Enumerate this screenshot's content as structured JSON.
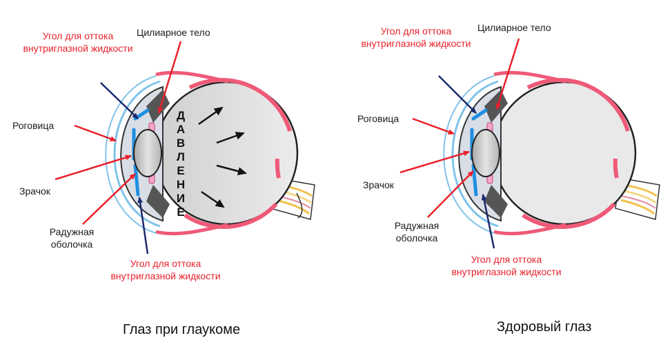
{
  "left_diagram": {
    "caption": "Глаз при глаукоме",
    "pressure_letters": [
      "Д",
      "А",
      "В",
      "Л",
      "Е",
      "Н",
      "И",
      "Е"
    ],
    "labels": {
      "angle_top": "Угол для оттока внутриглазной жидкости",
      "ciliary": "Цилиарное тело",
      "cornea": "Роговица",
      "pupil": "Зрачок",
      "iris": "Радужная оболочка",
      "angle_bottom": "Угол для оттока внутриглазной жидкости"
    }
  },
  "right_diagram": {
    "caption": "Здоровый глаз",
    "labels": {
      "angle_top": "Угол для оттока внутриглазной жидкости",
      "ciliary": "Цилиарное тело",
      "cornea": "Роговица",
      "pupil": "Зрачок",
      "iris": "Радужная оболочка",
      "angle_bottom": "Угол для оттока внутриглазной жидкости"
    }
  },
  "colors": {
    "label_red": "#e8202a",
    "pointer_red": "#e8202a",
    "pointer_navy": "#1b2a6b",
    "sclera_pink": "#ef5a78",
    "lens_grey": "#c8c8c8",
    "cornea_blue": "#1e8fe0"
  }
}
